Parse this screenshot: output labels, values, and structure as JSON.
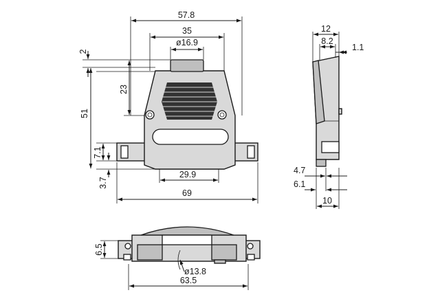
{
  "dimensions": {
    "front_width_outer": "57.8",
    "front_width_inner": "35",
    "cable_diameter": "ø16.9",
    "top_offset": "2",
    "upper_height": "23",
    "total_height": "51",
    "flange_height": "7.1",
    "bottom_offset": "3.7",
    "lower_width": "29.9",
    "total_width": "69",
    "side_depth": "12",
    "side_inner": "8.2",
    "side_wall": "1.1",
    "side_small": "4.7",
    "side_mid": "6.1",
    "side_base": "10",
    "bottom_height": "6.5",
    "bottom_hole": "ø13.8",
    "bottom_width": "63.5"
  }
}
